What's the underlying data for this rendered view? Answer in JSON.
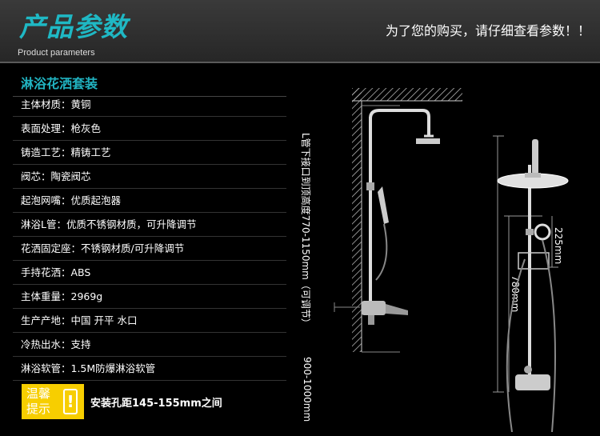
{
  "header": {
    "title": "产品参数",
    "subtitle": "Product parameters",
    "notice": "为了您的购买，请仔细查看参数！！"
  },
  "specs": {
    "title": "淋浴花洒套装",
    "rows": [
      "主体材质：黄铜",
      "表面处理：枪灰色",
      "铸造工艺：精铸工艺",
      "阀芯：陶瓷阀芯",
      "起泡网嘴：优质起泡器",
      "淋浴L管：优质不锈钢材质，可升降调节",
      "花洒固定座：不锈钢材质/可升降调节",
      "手持花洒：ABS",
      "主体重量：2969g",
      "生产产地：中国 开平 水口",
      "冷热出水：支持",
      "淋浴软管：1.5M防爆淋浴软管"
    ]
  },
  "tip": {
    "label": "温馨提示",
    "mark": "!",
    "message": "安装孔距145-155mm之间"
  },
  "diagram": {
    "dim_pipe_height": "L管下接口到顶高度770-1150mm（可调节）",
    "dim_floor": "900-1000mm",
    "dim_225": "225mm",
    "dim_780": "780mm"
  },
  "colors": {
    "accent": "#1fb8c4",
    "tip_badge": "#f7ce00",
    "background": "#000000"
  }
}
